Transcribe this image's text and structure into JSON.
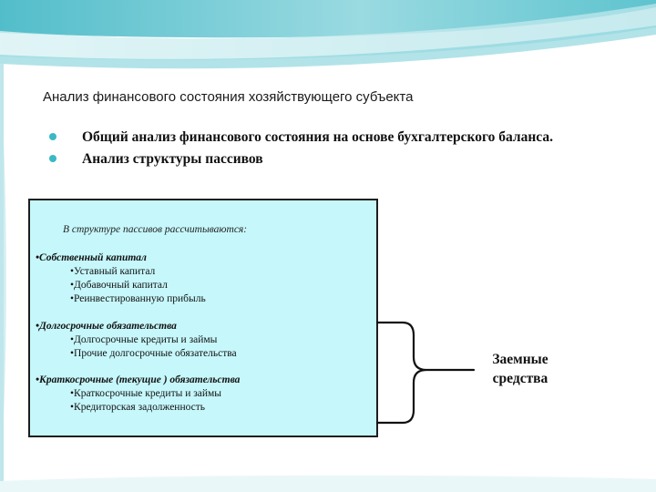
{
  "slide": {
    "title": "Анализ финансового состояния хозяйствующего субъекта",
    "bullets": [
      "Общий анализ финансового состояния на основе бухгалтерского баланса.",
      "Анализ структуры пассивов"
    ]
  },
  "box": {
    "intro": "В структуре пассивов рассчитываются:",
    "groups": [
      {
        "head": "•Собственный капитал",
        "items": [
          "•Уставный капитал",
          "•Добавочный капитал",
          "•Реинвестированную прибыль"
        ]
      },
      {
        "head": "•Долгосрочные обязательства",
        "items": [
          "•Долгосрочные кредиты и займы",
          "•Прочие долгосрочные обязательства"
        ]
      },
      {
        "head": "•Краткосрочные (текущие ) обязательства",
        "items": [
          "•Краткосрочные кредиты и займы",
          "•Кредиторская задолженность"
        ]
      }
    ]
  },
  "borrowed": {
    "line1": "Заемные",
    "line2": "средства"
  },
  "colors": {
    "accent": "#39b9c4",
    "box_fill": "#c6f7fb",
    "frame_top": "#4fc3cf",
    "frame_mid": "#a8e2e8"
  }
}
